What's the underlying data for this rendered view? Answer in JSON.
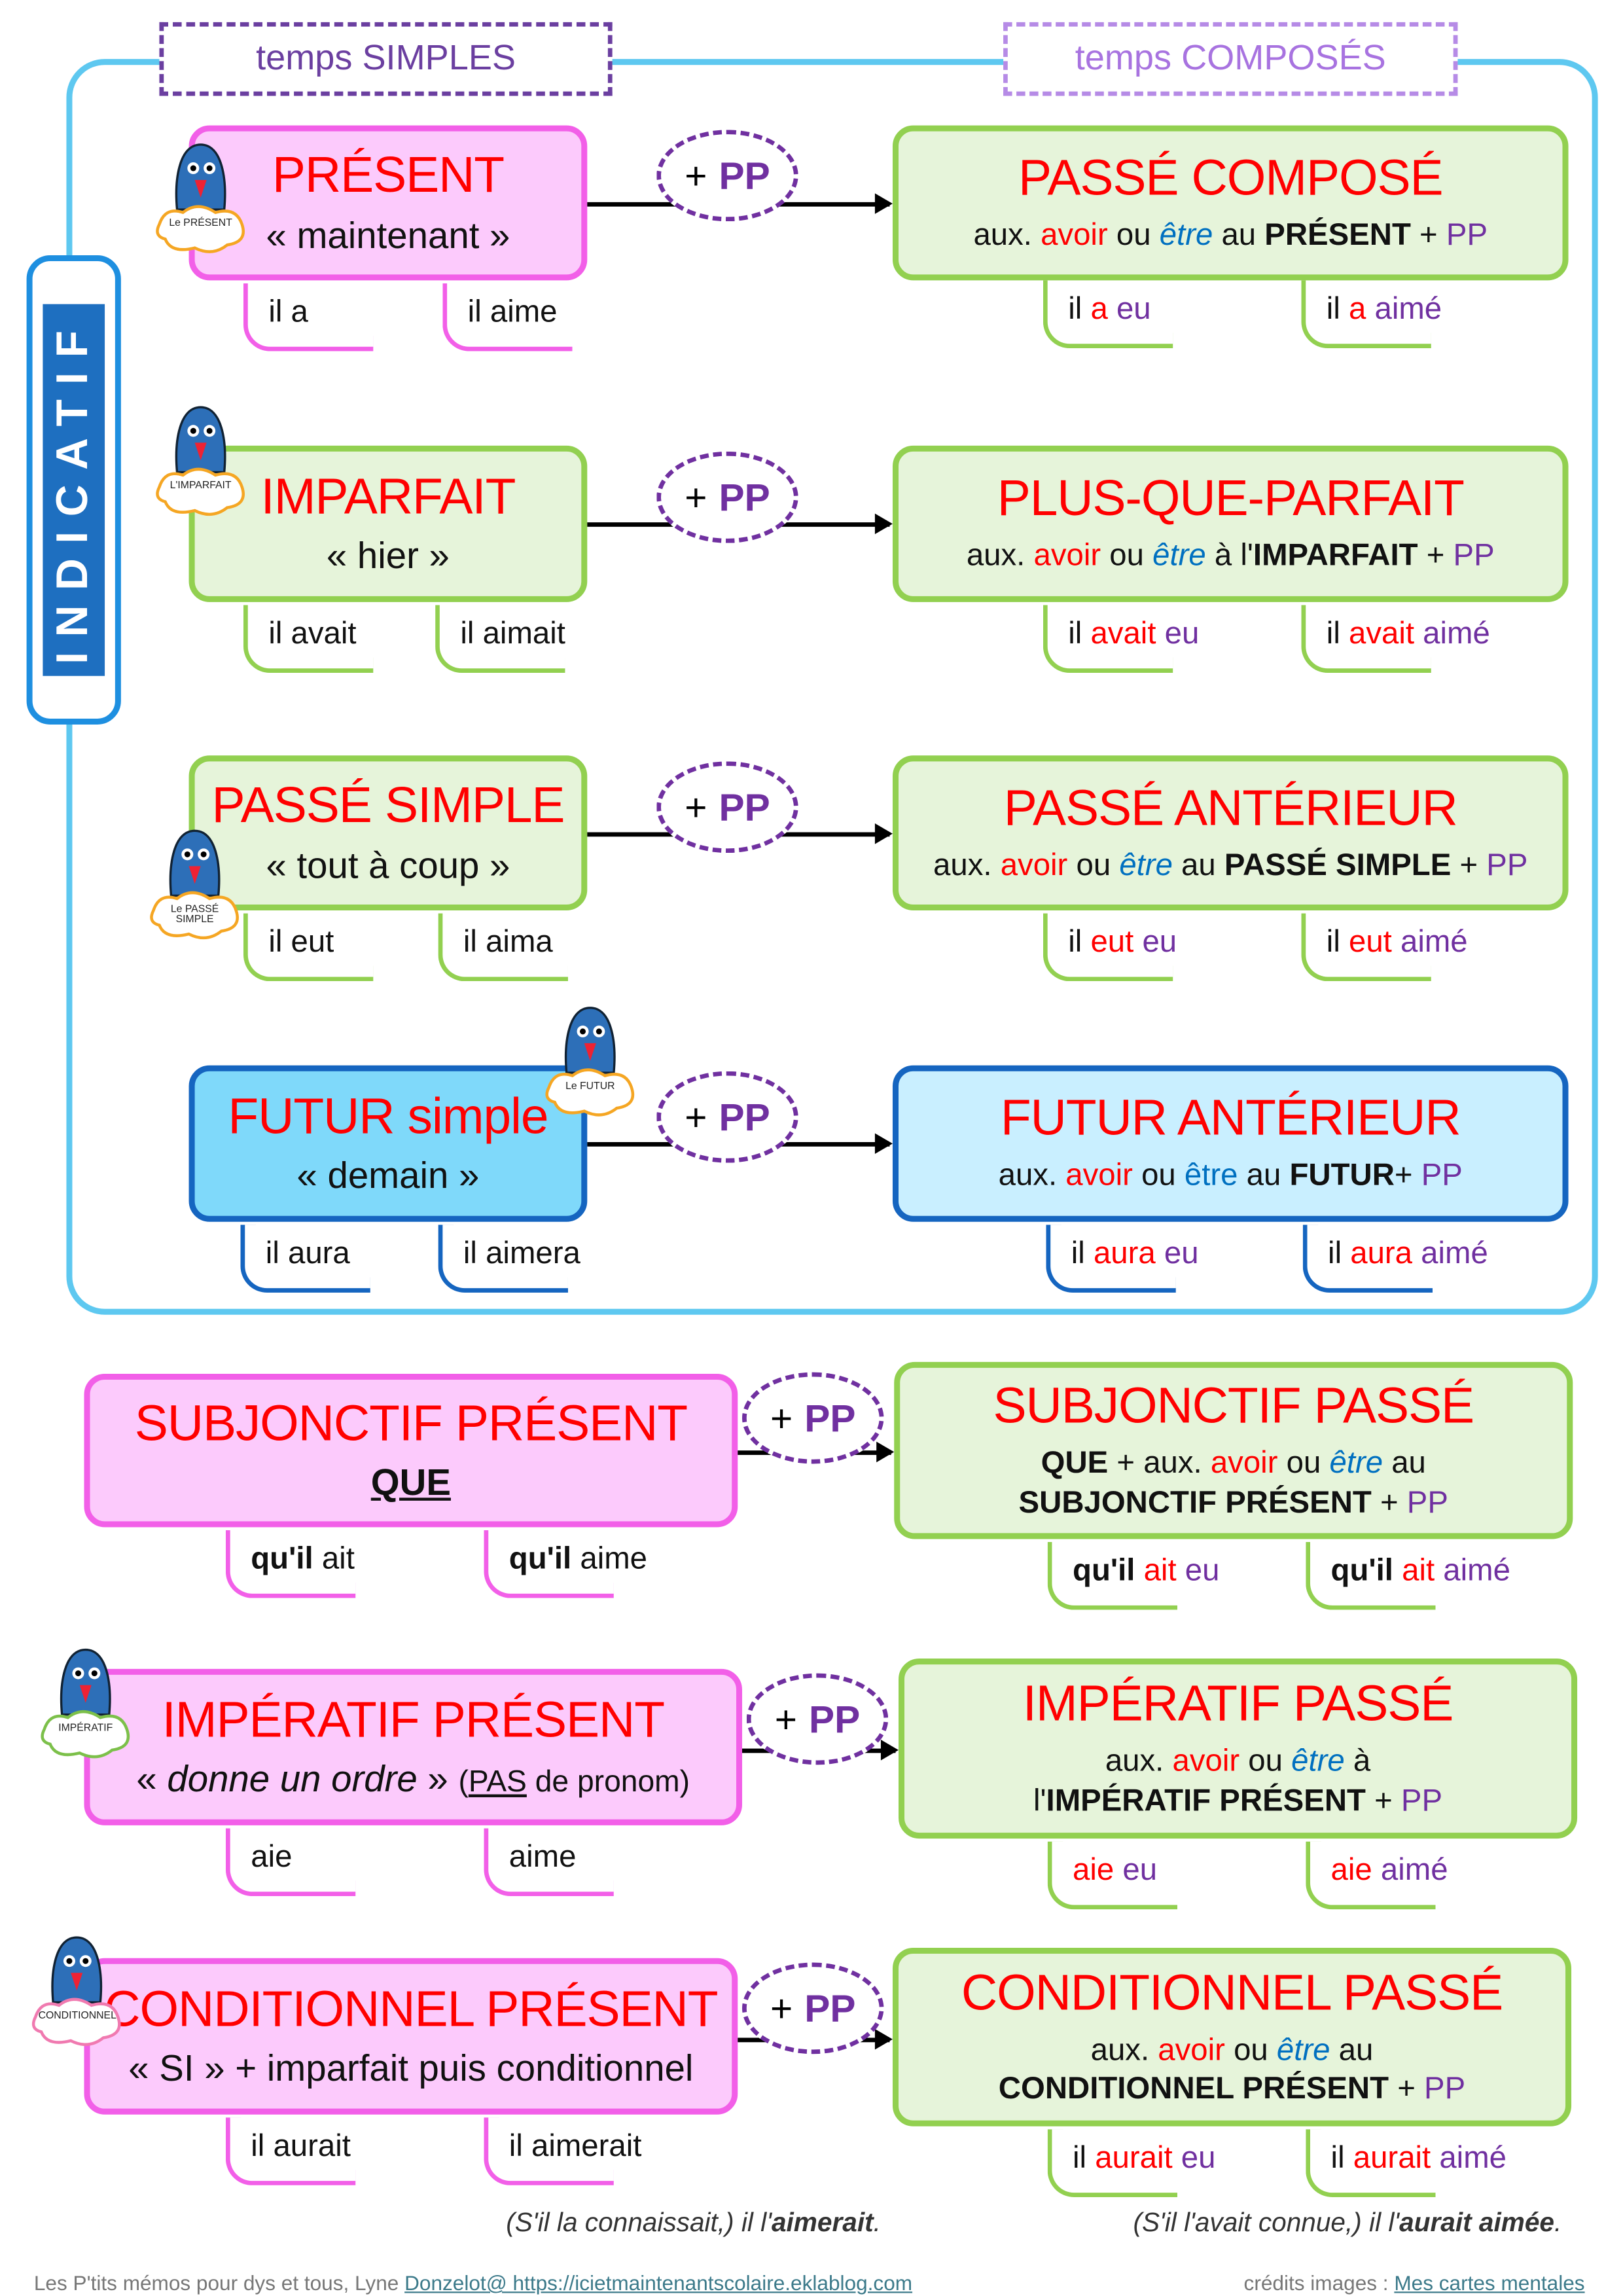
{
  "headers": {
    "simple": "temps SIMPLES",
    "compose": "temps COMPOSÉS"
  },
  "mode_label": "INDICATIF",
  "pp_label": "PP",
  "pp_plus": "+",
  "colors": {
    "red": "#ff0000",
    "blue": "#0070c0",
    "purple": "#7030a0",
    "frame": "#5ec8f0",
    "pink_bg": "#fccafc",
    "pink_border": "#f25fe8",
    "green_bg": "#e6f4da",
    "green_border": "#92d050",
    "blue_bg": "#7fd9fa",
    "lightblue_bg": "#c9efff",
    "blue_border": "#1565c0"
  },
  "rows": [
    {
      "mascot_label": "Le PRÉSENT",
      "simple": {
        "title": "PRÉSENT",
        "sub": [
          {
            "t": "« maintenant »"
          }
        ],
        "theme": "pink",
        "forms": [
          [
            {
              "t": "il a"
            }
          ],
          [
            {
              "t": "il aime"
            }
          ]
        ]
      },
      "compound": {
        "title": "PASSÉ COMPOSÉ",
        "lines": [
          [
            {
              "t": "aux. "
            },
            {
              "t": "avoir",
              "c": "red"
            },
            {
              "t": " ou "
            },
            {
              "t": "être",
              "c": "blue",
              "i": 1
            },
            {
              "t": " au "
            },
            {
              "t": "PRÉSENT",
              "b": 1
            },
            {
              "t": " + "
            },
            {
              "t": "PP",
              "c": "purple"
            }
          ]
        ],
        "theme": "green",
        "forms": [
          [
            {
              "t": "il "
            },
            {
              "t": "a",
              "c": "red"
            },
            {
              "t": " eu",
              "c": "purple"
            }
          ],
          [
            {
              "t": "il "
            },
            {
              "t": "a",
              "c": "red"
            },
            {
              "t": " aimé",
              "c": "purple"
            }
          ]
        ]
      }
    },
    {
      "mascot_label": "L'IMPARFAIT",
      "simple": {
        "title": "IMPARFAIT",
        "sub": [
          {
            "t": "« hier »"
          }
        ],
        "theme": "green",
        "forms": [
          [
            {
              "t": "il avait"
            }
          ],
          [
            {
              "t": "il aimait"
            }
          ]
        ]
      },
      "compound": {
        "title": "PLUS-QUE-PARFAIT",
        "lines": [
          [
            {
              "t": "aux. "
            },
            {
              "t": "avoir",
              "c": "red"
            },
            {
              "t": " ou "
            },
            {
              "t": "être",
              "c": "blue",
              "i": 1
            },
            {
              "t": " à l'"
            },
            {
              "t": "IMPARFAIT",
              "b": 1
            },
            {
              "t": " + "
            },
            {
              "t": "PP",
              "c": "purple"
            }
          ]
        ],
        "theme": "green",
        "forms": [
          [
            {
              "t": "il "
            },
            {
              "t": "avait",
              "c": "red"
            },
            {
              "t": " eu",
              "c": "purple"
            }
          ],
          [
            {
              "t": "il "
            },
            {
              "t": "avait",
              "c": "red"
            },
            {
              "t": " aimé",
              "c": "purple"
            }
          ]
        ]
      }
    },
    {
      "mascot_label": "Le PASSÉ SIMPLE",
      "simple": {
        "title": "PASSÉ SIMPLE",
        "sub": [
          {
            "t": "« tout à coup »"
          }
        ],
        "theme": "green",
        "forms": [
          [
            {
              "t": "il eut"
            }
          ],
          [
            {
              "t": "il aima"
            }
          ]
        ]
      },
      "compound": {
        "title": "PASSÉ ANTÉRIEUR",
        "lines": [
          [
            {
              "t": "aux. "
            },
            {
              "t": "avoir",
              "c": "red"
            },
            {
              "t": " ou "
            },
            {
              "t": "être",
              "c": "blue",
              "i": 1
            },
            {
              "t": " au "
            },
            {
              "t": "PASSÉ SIMPLE",
              "b": 1
            },
            {
              "t": " + "
            },
            {
              "t": "PP",
              "c": "purple"
            }
          ]
        ],
        "theme": "green",
        "forms": [
          [
            {
              "t": "il "
            },
            {
              "t": "eut",
              "c": "red"
            },
            {
              "t": " eu",
              "c": "purple"
            }
          ],
          [
            {
              "t": "il "
            },
            {
              "t": "eut",
              "c": "red"
            },
            {
              "t": " aimé",
              "c": "purple"
            }
          ]
        ]
      }
    },
    {
      "mascot_label": "Le FUTUR",
      "simple": {
        "title": "FUTUR simple",
        "sub": [
          {
            "t": "« demain »"
          }
        ],
        "theme": "blue",
        "forms": [
          [
            {
              "t": "il aura"
            }
          ],
          [
            {
              "t": "il aimera"
            }
          ]
        ]
      },
      "compound": {
        "title": "FUTUR ANTÉRIEUR",
        "lines": [
          [
            {
              "t": "aux. "
            },
            {
              "t": "avoir",
              "c": "red"
            },
            {
              "t": " ou "
            },
            {
              "t": "être",
              "c": "blue"
            },
            {
              "t": " au "
            },
            {
              "t": "FUTUR",
              "b": 1
            },
            {
              "t": "+ "
            },
            {
              "t": "PP",
              "c": "purple"
            }
          ]
        ],
        "theme": "lightblue",
        "forms": [
          [
            {
              "t": "il "
            },
            {
              "t": "aura",
              "c": "red"
            },
            {
              "t": " eu",
              "c": "purple"
            }
          ],
          [
            {
              "t": "il "
            },
            {
              "t": "aura",
              "c": "red"
            },
            {
              "t": " aimé",
              "c": "purple"
            }
          ]
        ]
      }
    },
    {
      "mascot_label": "",
      "simple": {
        "title": "SUBJONCTIF PRÉSENT",
        "sub": [
          {
            "t": "QUE",
            "b": 1,
            "u": 1
          }
        ],
        "theme": "pink",
        "forms": [
          [
            {
              "t": "qu'il",
              "b": 1
            },
            {
              "t": " ait"
            }
          ],
          [
            {
              "t": "qu'il",
              "b": 1
            },
            {
              "t": " aime"
            }
          ]
        ]
      },
      "compound": {
        "title": "SUBJONCTIF PASSÉ",
        "lines": [
          [
            {
              "t": "QUE",
              "b": 1
            },
            {
              "t": " + aux. "
            },
            {
              "t": "avoir",
              "c": "red"
            },
            {
              "t": " ou "
            },
            {
              "t": "être",
              "c": "blue",
              "i": 1
            },
            {
              "t": " au"
            }
          ],
          [
            {
              "t": "SUBJONCTIF PRÉSENT",
              "b": 1
            },
            {
              "t": " + "
            },
            {
              "t": "PP",
              "c": "purple"
            }
          ]
        ],
        "theme": "green",
        "forms": [
          [
            {
              "t": "qu'il",
              "b": 1
            },
            {
              "t": " ait",
              "c": "red"
            },
            {
              "t": " eu",
              "c": "purple"
            }
          ],
          [
            {
              "t": "qu'il",
              "b": 1
            },
            {
              "t": " ait",
              "c": "red"
            },
            {
              "t": " aimé",
              "c": "purple"
            }
          ]
        ]
      }
    },
    {
      "mascot_label": "IMPÉRATIF",
      "simple": {
        "title": "IMPÉRATIF PRÉSENT",
        "sub": [
          {
            "t": "« "
          },
          {
            "t": "donne un ordre",
            "i": 1
          },
          {
            "t": " » "
          },
          {
            "t": "(",
            "s": 1
          },
          {
            "t": "PAS",
            "s": 1,
            "u": 1
          },
          {
            "t": " de pronom)",
            "s": 1
          }
        ],
        "theme": "pink",
        "forms": [
          [
            {
              "t": "aie"
            }
          ],
          [
            {
              "t": "aime"
            }
          ]
        ]
      },
      "compound": {
        "title": "IMPÉRATIF PASSÉ",
        "lines": [
          [
            {
              "t": "aux. "
            },
            {
              "t": "avoir",
              "c": "red"
            },
            {
              "t": " ou "
            },
            {
              "t": "être",
              "c": "blue",
              "i": 1
            },
            {
              "t": " à"
            }
          ],
          [
            {
              "t": "l'"
            },
            {
              "t": "IMPÉRATIF PRÉSENT",
              "b": 1
            },
            {
              "t": " + "
            },
            {
              "t": "PP",
              "c": "purple"
            }
          ]
        ],
        "theme": "green",
        "forms": [
          [
            {
              "t": "aie",
              "c": "red"
            },
            {
              "t": " eu",
              "c": "purple"
            }
          ],
          [
            {
              "t": "aie",
              "c": "red"
            },
            {
              "t": " aimé",
              "c": "purple"
            }
          ]
        ]
      }
    },
    {
      "mascot_label": "CONDITIONNEL",
      "simple": {
        "title": "CONDITIONNEL PRÉSENT",
        "sub": [
          {
            "t": "« SI » + imparfait puis conditionnel"
          }
        ],
        "theme": "pink",
        "forms": [
          [
            {
              "t": "il aurait"
            }
          ],
          [
            {
              "t": "il aimerait"
            }
          ]
        ]
      },
      "compound": {
        "title": "CONDITIONNEL PASSÉ",
        "lines": [
          [
            {
              "t": "aux. "
            },
            {
              "t": "avoir",
              "c": "red"
            },
            {
              "t": " ou "
            },
            {
              "t": "être",
              "c": "blue",
              "i": 1
            },
            {
              "t": " au"
            }
          ],
          [
            {
              "t": "CONDITIONNEL PRÉSENT",
              "b": 1
            },
            {
              "t": " + "
            },
            {
              "t": "PP",
              "c": "purple"
            }
          ]
        ],
        "theme": "green",
        "forms": [
          [
            {
              "t": "il "
            },
            {
              "t": "aurait",
              "c": "red"
            },
            {
              "t": " eu",
              "c": "purple"
            }
          ],
          [
            {
              "t": "il "
            },
            {
              "t": "aurait",
              "c": "red"
            },
            {
              "t": " aimé",
              "c": "purple"
            }
          ]
        ]
      }
    }
  ],
  "examples": {
    "simple": [
      {
        "t": "(S'il la connaissait,) il l'"
      },
      {
        "t": "aimerait",
        "b": 1
      },
      {
        "t": "."
      }
    ],
    "compound": [
      {
        "t": "(S'il l'avait connue,) il l'"
      },
      {
        "t": "aurait aimée",
        "b": 1
      },
      {
        "t": "."
      }
    ]
  },
  "footer": {
    "left_text": "Les P'tits mémos pour dys et tous, Lyne ",
    "left_link": "Donzelot@ https://icietmaintenantscolaire.eklablog.com",
    "right_text": "crédits images : ",
    "right_link": "Mes cartes mentales"
  }
}
